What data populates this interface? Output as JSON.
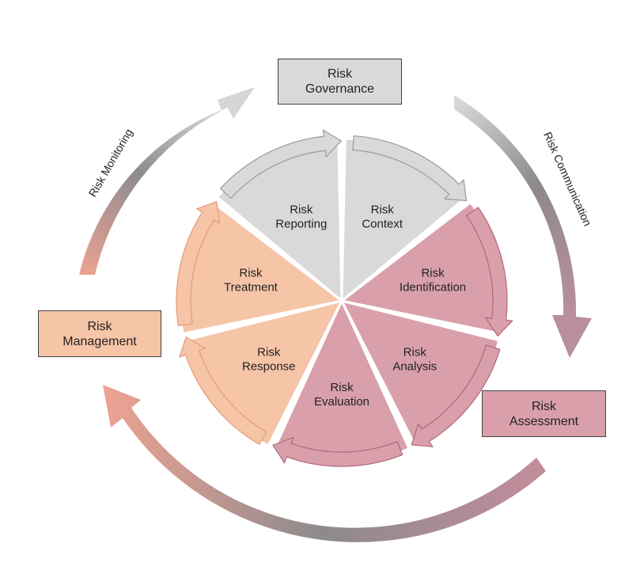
{
  "diagram": {
    "boxes": {
      "governance": {
        "line1": "Risk",
        "line2": "Governance",
        "fill": "#d9d9da"
      },
      "management": {
        "line1": "Risk",
        "line2": "Management",
        "fill": "#f6c4a7"
      },
      "assessment": {
        "line1": "Risk",
        "line2": "Assessment",
        "fill": "#d9a0ac"
      }
    },
    "outer_labels": {
      "monitoring": "Risk Monitoring",
      "communication": "Risk Communication"
    },
    "wheel": [
      {
        "key": "context",
        "line1": "Risk",
        "line2": "Context",
        "fill": "#d9d9da"
      },
      {
        "key": "identification",
        "line1": "Risk",
        "line2": "Identification",
        "fill": "#d9a0ac"
      },
      {
        "key": "analysis",
        "line1": "Risk",
        "line2": "Analysis",
        "fill": "#d9a0ac"
      },
      {
        "key": "evaluation",
        "line1": "Risk",
        "line2": "Evaluation",
        "fill": "#d9a0ac"
      },
      {
        "key": "response",
        "line1": "Risk",
        "line2": "Response",
        "fill": "#f6c4a7"
      },
      {
        "key": "treatment",
        "line1": "Risk",
        "line2": "Treatment",
        "fill": "#f6c4a7"
      },
      {
        "key": "reporting",
        "line1": "Risk",
        "line2": "Reporting",
        "fill": "#d9d9da"
      }
    ],
    "colors": {
      "grey": "#d9d9da",
      "pink": "#d9a0ac",
      "peach": "#f6c4a7",
      "arrow_dark": "#8a8a8c"
    }
  }
}
